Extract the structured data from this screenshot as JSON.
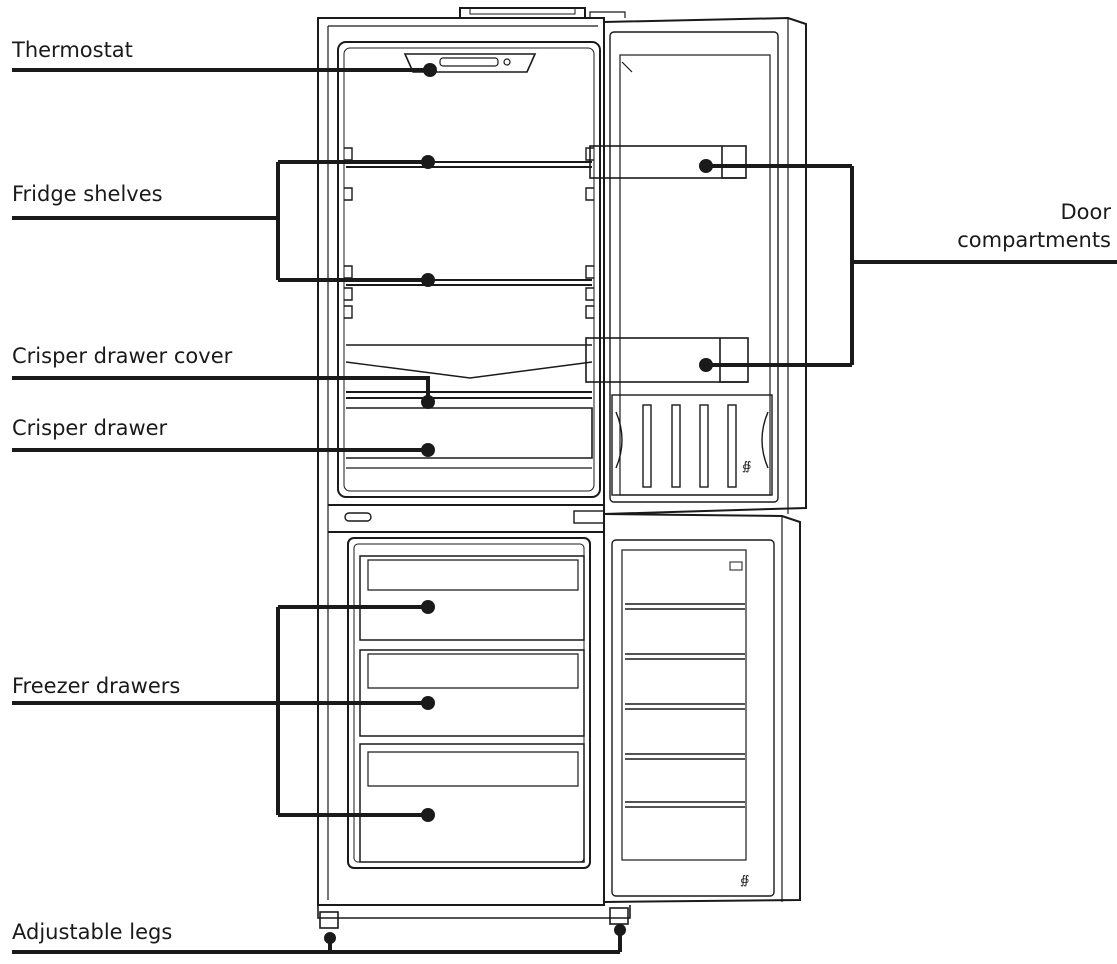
{
  "diagram": {
    "labels": {
      "thermostat": "Thermostat",
      "fridge_shelves": "Fridge shelves",
      "crisper_drawer_cover": "Crisper drawer cover",
      "crisper_drawer": "Crisper drawer",
      "freezer_drawers": "Freezer drawers",
      "adjustable_legs": "Adjustable legs",
      "door_compartments_line1": "Door",
      "door_compartments_line2": "compartments"
    },
    "colors": {
      "line": "#1a1a1a",
      "background": "#ffffff"
    }
  }
}
